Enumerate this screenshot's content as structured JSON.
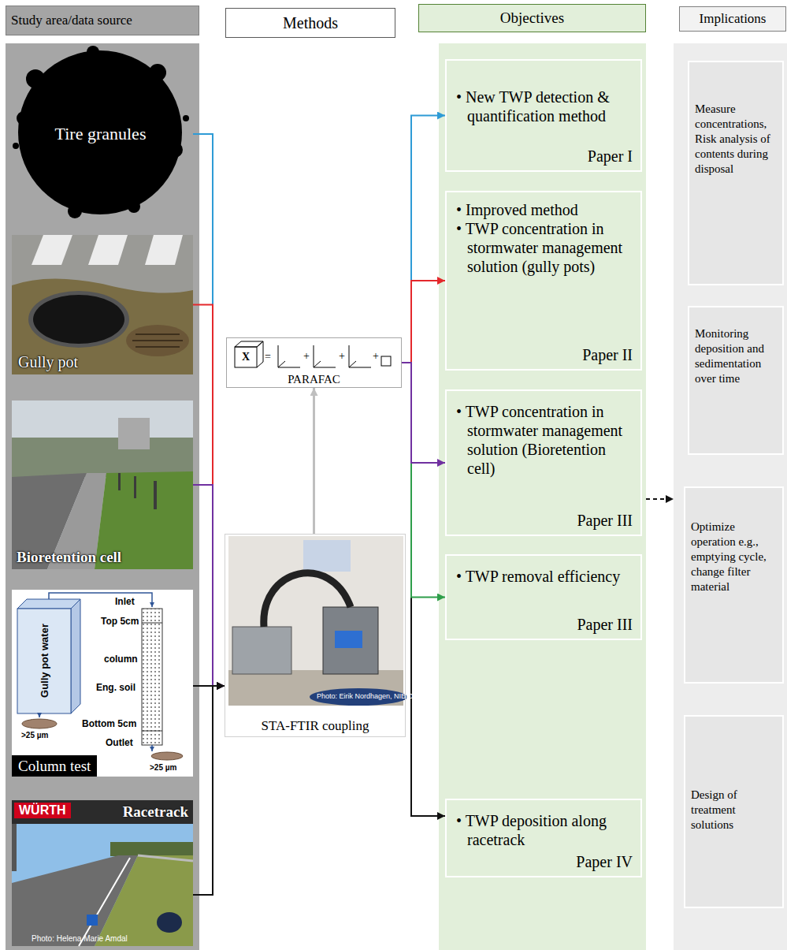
{
  "diagram": {
    "nodes": [
      {
        "text": [
          "Study area/data source"
        ]
      },
      {
        "text": [
          "Tire granules"
        ],
        "in": 0
      },
      {
        "text": [
          "Gully pot"
        ],
        "in": 0
      },
      {
        "text": [
          "Bioretention cell"
        ],
        "in": 0
      },
      {
        "text": [
          "Column test"
        ],
        "in": 0
      },
      {
        "text": [
          "Racetrack"
        ],
        "in": 0
      },
      {
        "text": [
          "Methods"
        ]
      },
      {
        "text": [
          "PARAFAC"
        ]
      },
      {
        "text": [
          "STA-FTIR coupling"
        ]
      },
      {
        "text": [
          "Objectives"
        ]
      },
      {
        "text": [
          "• New TWP detection & quantification method",
          "Paper I"
        ],
        "in": 9
      },
      {
        "text": [
          "• Improved method",
          "• TWP concentration in stormwater management solution (gully pots)",
          "Paper II"
        ],
        "in": 9
      },
      {
        "text": [
          "• TWP concentration in stormwater management solution (Bioretention cell)",
          "Paper III"
        ],
        "in": 9
      },
      {
        "text": [
          "• TWP removal efficiency",
          "Paper III"
        ],
        "in": 9
      },
      {
        "text": [
          "• TWP deposition along racetrack",
          "Paper IV"
        ],
        "in": 9
      },
      {
        "text": [
          "Implications"
        ]
      },
      {
        "text": [
          "Measure concentrations, Risk analysis of contents during disposal"
        ],
        "in": 15
      },
      {
        "text": [
          "Monitoring deposition and sedimentation over time"
        ],
        "in": 15
      },
      {
        "text": [
          "Optimize operation e.g., emptying cycle, change filter material"
        ],
        "in": 15
      },
      {
        "text": [
          "Design of treatment solutions"
        ],
        "in": 15
      }
    ],
    "edges": [
      {
        "from": 1,
        "to": 8,
        "arrow": "to"
      },
      {
        "from": 2,
        "to": 8,
        "arrow": "to"
      },
      {
        "from": 3,
        "to": 8,
        "arrow": "to"
      },
      {
        "from": 4,
        "to": 8,
        "arrow": "to"
      },
      {
        "from": 5,
        "to": 8,
        "arrow": "to"
      },
      {
        "from": 8,
        "to": 7,
        "arrow": "to"
      },
      {
        "from": 7,
        "to": 10,
        "arrow": "to"
      },
      {
        "from": 7,
        "to": 11,
        "arrow": "to"
      },
      {
        "from": 7,
        "to": 12,
        "arrow": "to"
      },
      {
        "from": 7,
        "to": 13,
        "arrow": "to"
      },
      {
        "from": 7,
        "to": 14,
        "arrow": "to"
      },
      {
        "from": 9,
        "to": 15,
        "arrow": "to"
      }
    ],
    "labels": [
      "Gully pot water",
      "Inlet",
      "Top 5cm",
      "column",
      "Eng. soil",
      "Bottom 5cm",
      "Outlet",
      ">25 µm",
      ">25 µm",
      "WÜRTH",
      "Photo: Helena Marie Amdal",
      "Photo: Eirik Nordhagen, NIBIO",
      "X",
      "=",
      "+",
      "+",
      "+"
    ]
  }
}
